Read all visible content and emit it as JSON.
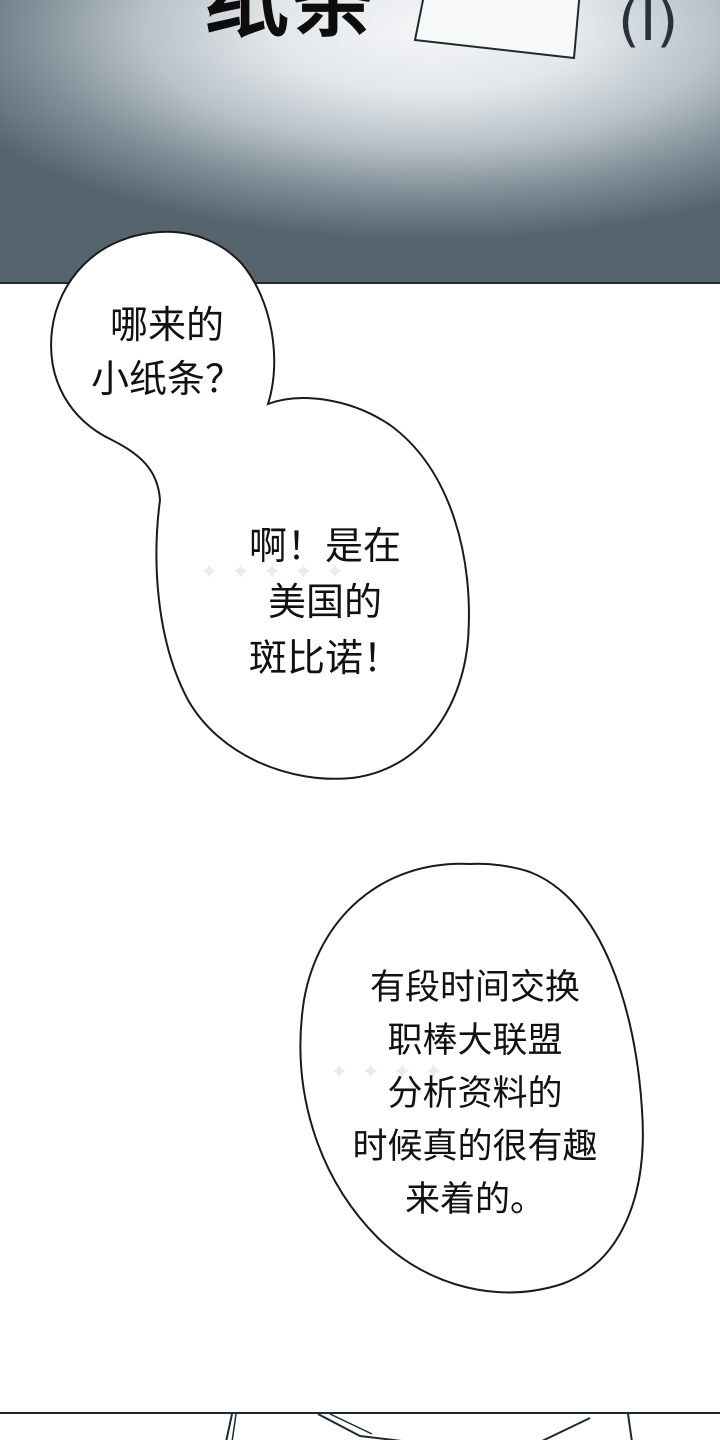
{
  "top_panel": {
    "partial_heading": "纸条",
    "partial_label": "(I)"
  },
  "bubbles": [
    {
      "lines": [
        "哪来的",
        "小纸条？"
      ]
    },
    {
      "lines": [
        "啊！是在",
        "美国的",
        "斑比诺！"
      ]
    },
    {
      "lines": [
        "有段时间交换",
        "职棒大联盟",
        "分析资料的",
        "时候真的很有趣",
        "来着的。"
      ]
    }
  ]
}
